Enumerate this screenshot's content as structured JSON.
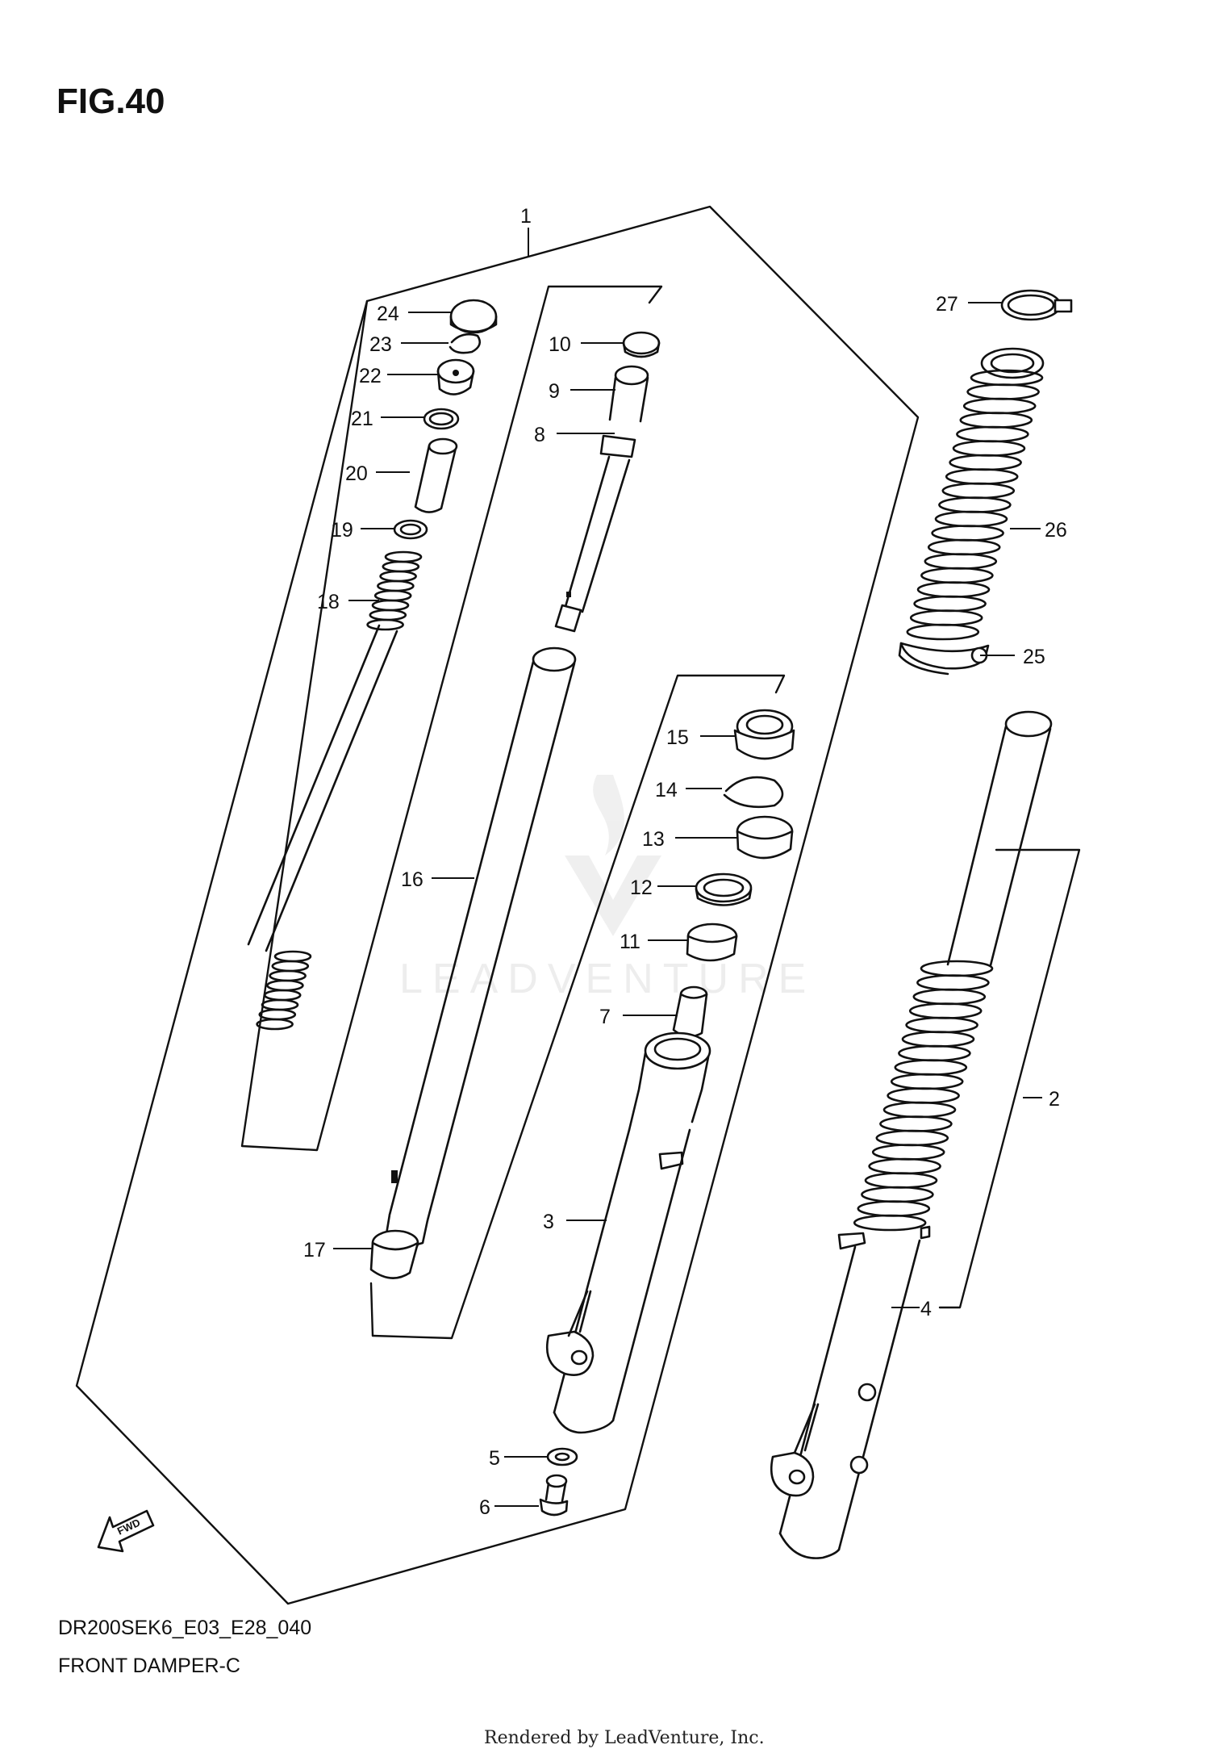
{
  "figure": {
    "title": "FIG.40",
    "caption_code": "DR200SEK6_E03_E28_040",
    "caption_name": "FRONT DAMPER-C",
    "footer": "Rendered by LeadVenture, Inc.",
    "watermark": "LEADVENTURE",
    "fwd_label": "FWD"
  },
  "callouts": {
    "c1": "1",
    "c2": "2",
    "c3": "3",
    "c4": "4",
    "c5": "5",
    "c6": "6",
    "c7": "7",
    "c8": "8",
    "c9": "9",
    "c10": "10",
    "c11": "11",
    "c12": "12",
    "c13": "13",
    "c14": "14",
    "c15": "15",
    "c16": "16",
    "c17": "17",
    "c18": "18",
    "c19": "19",
    "c20": "20",
    "c21": "21",
    "c22": "22",
    "c23": "23",
    "c24": "24",
    "c25": "25",
    "c26": "26",
    "c27": "27"
  }
}
